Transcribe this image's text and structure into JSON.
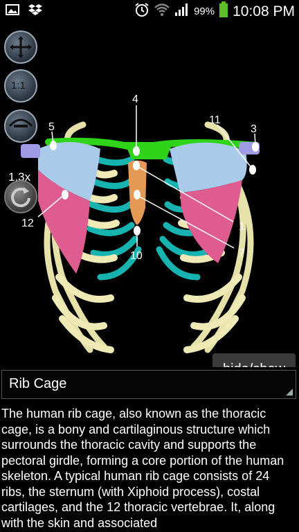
{
  "status_bar": {
    "battery": "99%",
    "time": "10:08 PM",
    "left_icons": [
      "gallery-icon",
      "dropbox-icon"
    ],
    "right_icons": [
      "alarm-icon",
      "wifi-icon",
      "signal-icon",
      "battery-icon"
    ]
  },
  "viewer": {
    "tools": [
      "move-icon",
      "reset-scale-icon",
      "zoom-icon",
      "rotate-icon"
    ],
    "reset_label": "1:1",
    "zoom_level": "1.3x",
    "hide_show_label": "hide/show",
    "markers": [
      "4",
      "5",
      "11",
      "3",
      "12",
      "1",
      "10",
      "7"
    ]
  },
  "selector": {
    "selected": "Rib Cage"
  },
  "description": "The human rib cage, also known as the thoracic cage, is a bony and cartilaginous structure which surrounds the thoracic cavity and supports the pectoral girdle, forming a core portion of the human skeleton. A typical human rib cage consists of 24 ribs, the sternum (with Xiphoid process), costal cartilages, and the 12 thoracic vertebrae. It, along with the skin and associated"
}
